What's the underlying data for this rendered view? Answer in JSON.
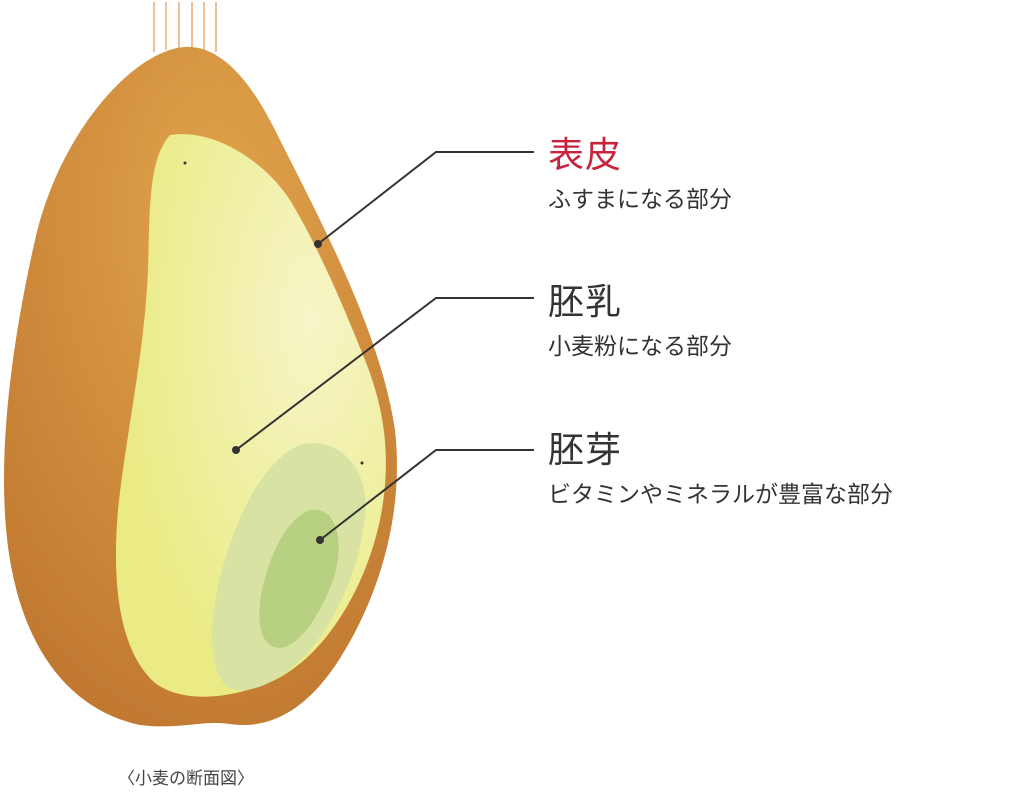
{
  "colors": {
    "bran": "#c07830",
    "bran_highlight": "#e2a44c",
    "endosperm": "#eaeb85",
    "endosperm_highlight": "#f7f5c8",
    "germ_outer": "#d8e2a2",
    "germ_inner": "#b3cc7b",
    "hair": "#f0c096",
    "leader_line": "#333333",
    "bran_title": "#c8233c",
    "text": "#333333"
  },
  "labels": {
    "bran": {
      "title": "表皮",
      "desc": "ふすまになる部分"
    },
    "endosperm": {
      "title": "胚乳",
      "desc": "小麦粉になる部分"
    },
    "germ": {
      "title": "胚芽",
      "desc": "ビタミンやミネラルが豊富な部分"
    }
  },
  "caption": "〈小麦の断面図〉"
}
